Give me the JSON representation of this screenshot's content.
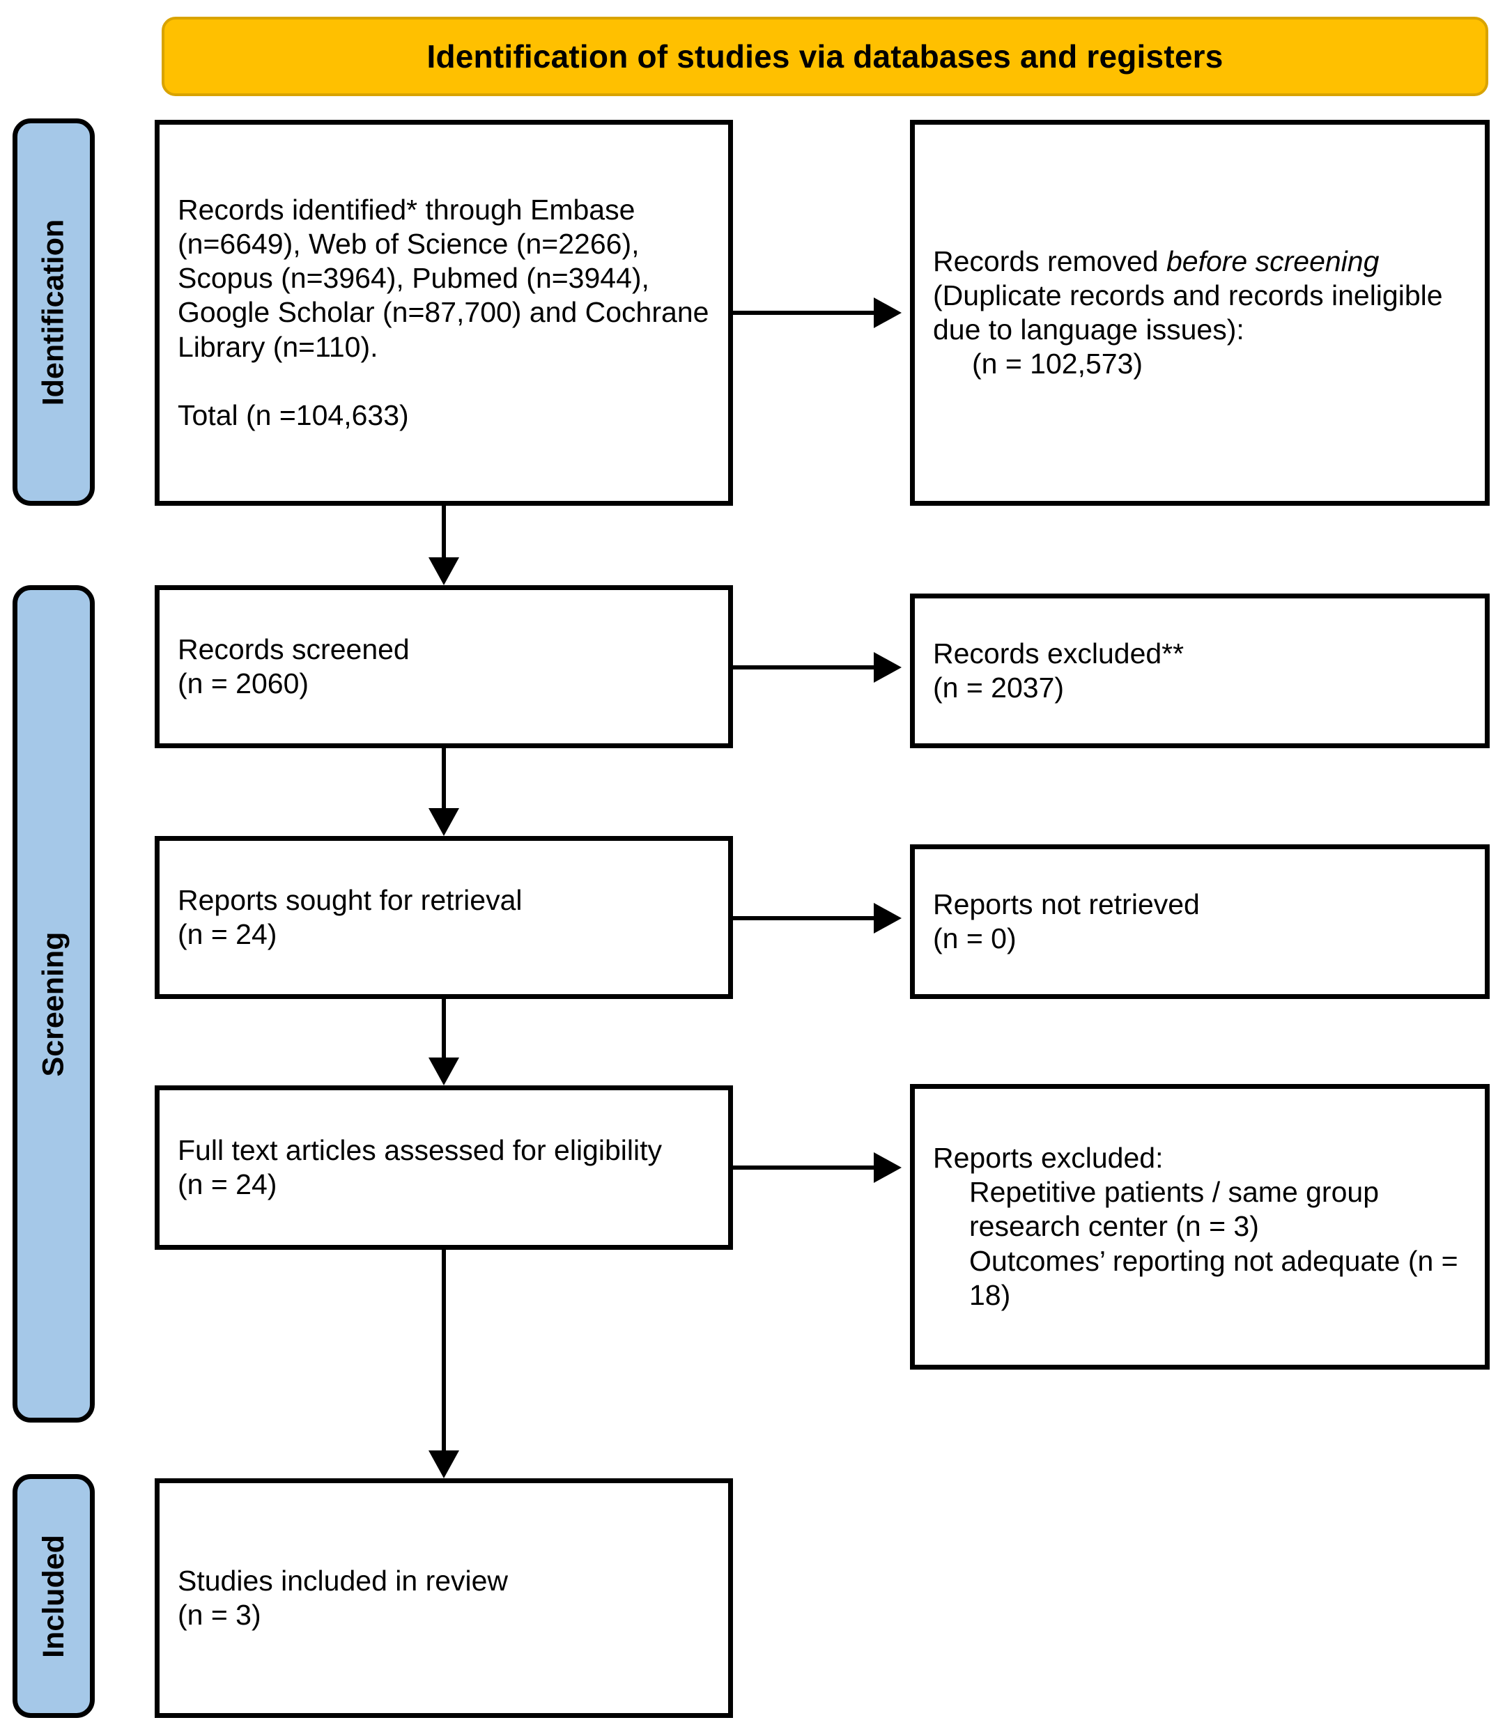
{
  "banner": {
    "title": "Identification of studies via databases and registers"
  },
  "stages": [
    {
      "id": "identification",
      "label": "Identification"
    },
    {
      "id": "screening",
      "label": "Screening"
    },
    {
      "id": "included",
      "label": "Included"
    }
  ],
  "boxes": {
    "identified": {
      "text": "Records identified* through Embase (n=6649), Web of Science (n=2266), Scopus (n=3964), Pubmed (n=3944), Google Scholar (n=87,700) and Cochrane Library (n=110).\n\nTotal (n =104,633)"
    },
    "removed": {
      "lead": "Records removed ",
      "emphasis": "before screening",
      "tail": " (Duplicate records and records ineligible due to language issues):",
      "count": "(n = 102,573)"
    },
    "screened": {
      "text": "Records screened\n(n = 2060)"
    },
    "excluded": {
      "text": "Records excluded**\n(n = 2037)"
    },
    "sought": {
      "text": "Reports sought for retrieval\n(n = 24)"
    },
    "not_retrieved": {
      "text": "Reports not retrieved\n(n = 0)"
    },
    "fulltext": {
      "text": "Full text articles assessed for eligibility\n(n = 24)"
    },
    "reports_excluded": {
      "heading": "Reports excluded:",
      "reasons": [
        "Repetitive patients / same group research center (n = 3)",
        "Outcomes’ reporting not adequate (n = 18)"
      ]
    },
    "included": {
      "text": "Studies included in review\n(n = 3)"
    }
  },
  "colors": {
    "banner_fill": "#ffc000",
    "stage_pill_fill": "#a5c8e8",
    "line": "#000000",
    "box_fill": "#ffffff"
  }
}
